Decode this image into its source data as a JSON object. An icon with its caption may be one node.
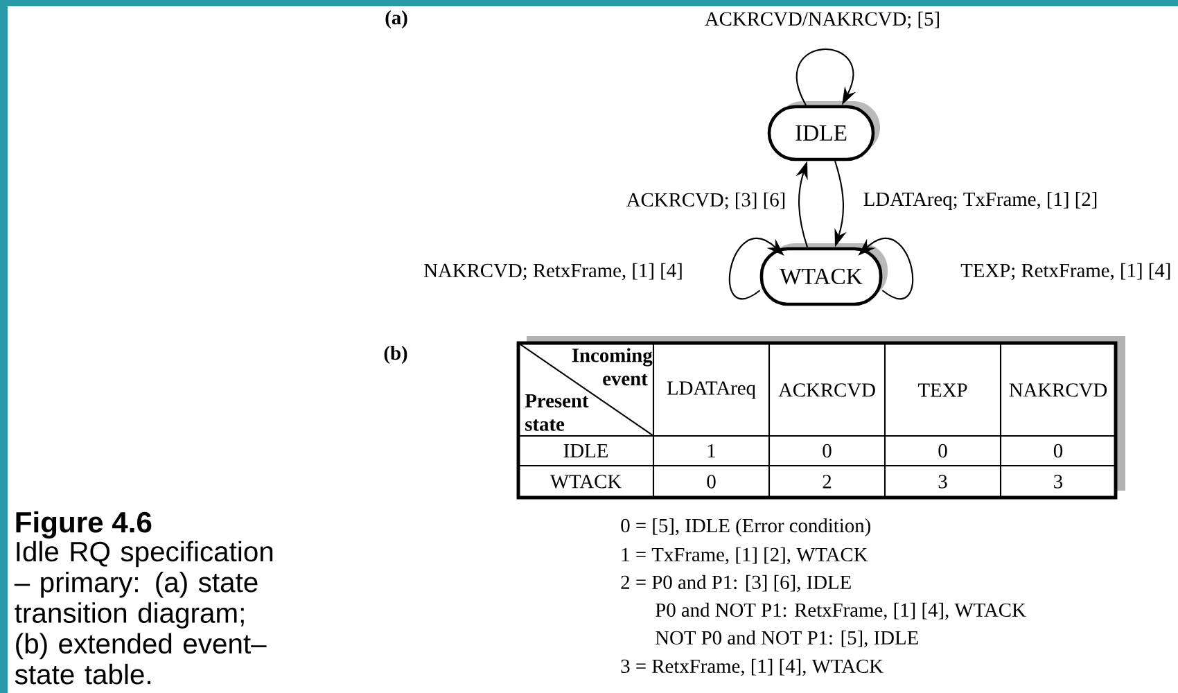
{
  "diagram": {
    "title": "Figure 4.6",
    "caption": "Idle RQ specification – primary: (a) state transition diagram; (b) extended event–state table.",
    "nodes": [
      {
        "text": [
          "IDLE"
        ]
      },
      {
        "text": [
          "WTACK"
        ]
      }
    ],
    "edges": [
      {
        "from": 0,
        "to": 0,
        "arrow": "to",
        "label": "ACKRCVD/NAKRCVD; [5]"
      },
      {
        "from": 1,
        "to": 0,
        "arrow": "to",
        "label": "ACKRCVD; [3] [6]"
      },
      {
        "from": 0,
        "to": 1,
        "arrow": "to",
        "label": "LDATAreq; TxFrame, [1] [2]"
      },
      {
        "from": 1,
        "to": 1,
        "arrow": "to",
        "label": "NAKRCVD; RetxFrame, [1] [4]"
      },
      {
        "from": 1,
        "to": 1,
        "arrow": "to",
        "label": "TEXP; RetxFrame, [1] [4]"
      }
    ],
    "labels": [
      "(a)",
      "(b)",
      "Incoming event",
      "Present state",
      "LDATAreq",
      "ACKRCVD",
      "TEXP",
      "NAKRCVD",
      "IDLE",
      "1",
      "0",
      "0",
      "0",
      "WTACK",
      "0",
      "2",
      "3",
      "3",
      "0 = [5], IDLE (Error condition)",
      "1 = TxFrame, [1] [2], WTACK",
      "2 = P0 and P1: [3] [6], IDLE",
      "P0 and NOT P1: RetxFrame, [1] [4], WTACK",
      "NOT P0 and NOT P1: [5], IDLE",
      "3 = RetxFrame, [1] [4], WTACK"
    ]
  }
}
